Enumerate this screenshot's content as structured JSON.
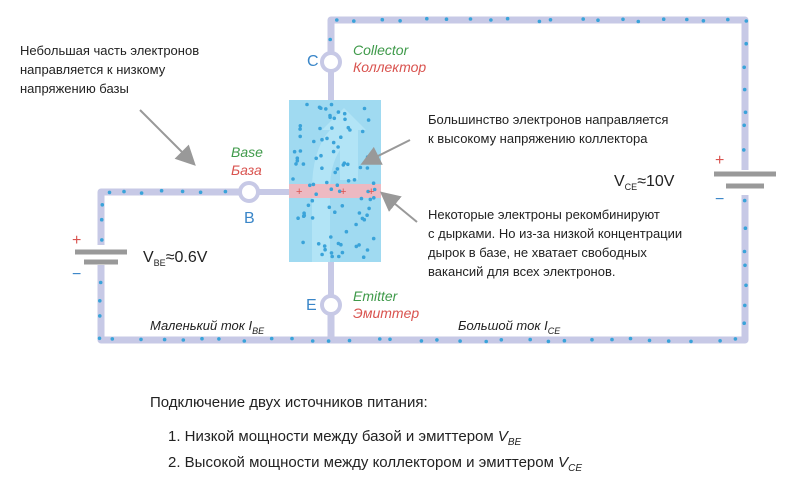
{
  "annotations": {
    "small_part": [
      "Небольшая часть электронов",
      "направляется к низкому",
      "напряжению базы"
    ],
    "majority": [
      "Большинство электронов направляется",
      "к высокому напряжению коллектора"
    ],
    "recombine": [
      "Некоторые электроны рекомбинируют",
      "с дырками. Но из-за низкой концентрации",
      "дырок в базе, не хватает свободных",
      "вакансий для всех электронов."
    ]
  },
  "terminals": {
    "collector": {
      "letter": "C",
      "en": "Collector",
      "ru": "Коллектор"
    },
    "base": {
      "letter": "B",
      "en": "Base",
      "ru": "База"
    },
    "emitter": {
      "letter": "E",
      "en": "Emitter",
      "ru": "Эмиттер"
    }
  },
  "sources": {
    "vbe": {
      "symbol": "V",
      "sub": "BE",
      "value": "≈0.6V",
      "plus": "+",
      "minus": "−"
    },
    "vce": {
      "symbol": "V",
      "sub": "CE",
      "value": "≈10V",
      "plus": "+",
      "minus": "−"
    }
  },
  "currents": {
    "small": {
      "text": "Маленький ток I",
      "sub": "BE"
    },
    "large": {
      "text": "Большой ток I",
      "sub": "CE"
    }
  },
  "caption": {
    "title": "Подключение двух источников питания:",
    "item1_text": "1. Низкой мощности между базой и эмиттером ",
    "item1_sym": "V",
    "item1_sub": "BE",
    "item2_text": "2. Высокой мощности между коллектором и эмиттером ",
    "item2_sym": "V",
    "item2_sub": "CE"
  },
  "colors": {
    "wire": "#c7c9e6",
    "dot": "#3aa3d9",
    "crystal": "#8fd3ef",
    "base_strip": "#f4b5bc",
    "arrow": "#999999"
  }
}
